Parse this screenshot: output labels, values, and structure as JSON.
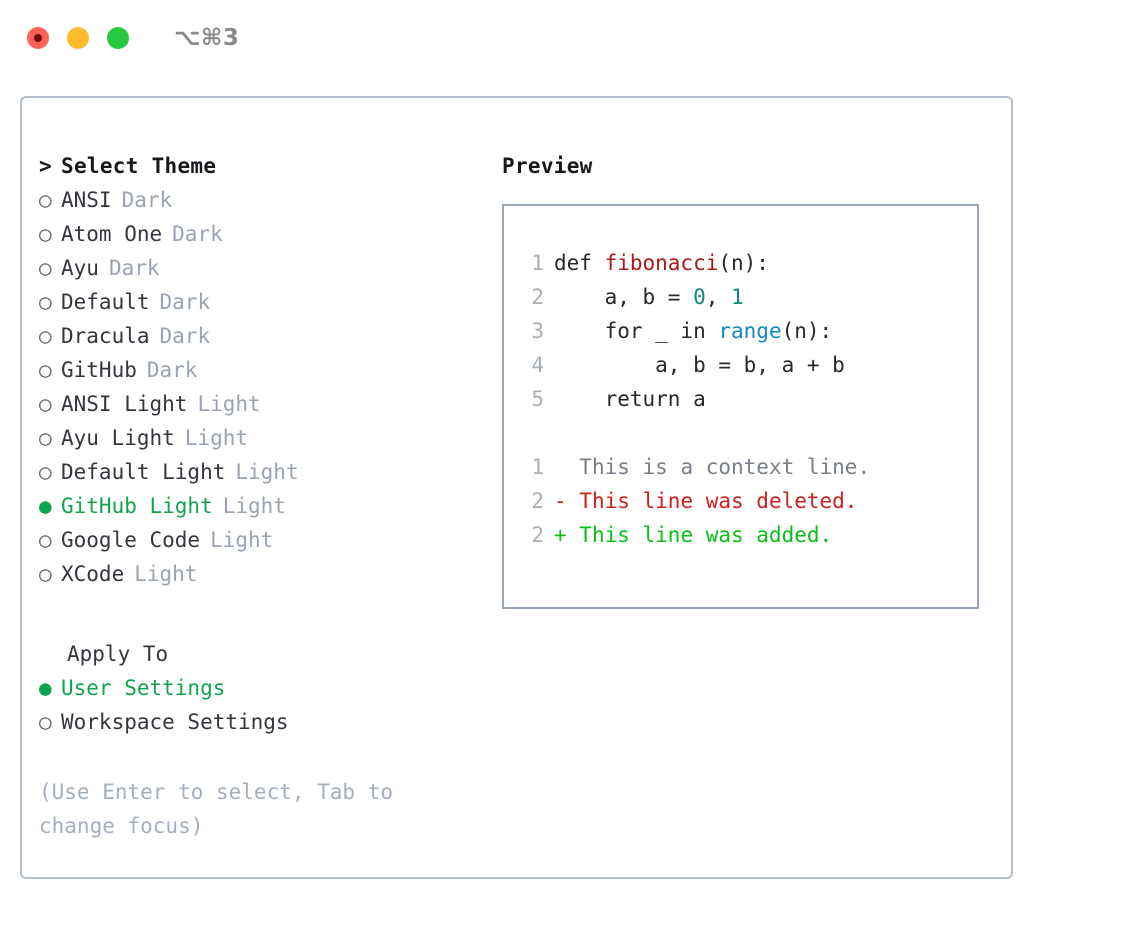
{
  "titlebar": {
    "shortcut": "⌥⌘3",
    "buttons": [
      {
        "name": "close",
        "color": "#ff6058"
      },
      {
        "name": "minimize",
        "color": "#ffbd2e"
      },
      {
        "name": "zoom",
        "color": "#28c840"
      }
    ]
  },
  "theme_picker": {
    "header_prefix": ">",
    "header": "Select Theme",
    "bullet_unselected": "○",
    "bullet_selected": "●",
    "items": [
      {
        "name": "ANSI",
        "category": "Dark",
        "selected": false
      },
      {
        "name": "Atom One",
        "category": "Dark",
        "selected": false
      },
      {
        "name": "Ayu",
        "category": "Dark",
        "selected": false
      },
      {
        "name": "Default",
        "category": "Dark",
        "selected": false
      },
      {
        "name": "Dracula",
        "category": "Dark",
        "selected": false
      },
      {
        "name": "GitHub",
        "category": "Dark",
        "selected": false
      },
      {
        "name": "ANSI Light",
        "category": "Light",
        "selected": false
      },
      {
        "name": "Ayu Light",
        "category": "Light",
        "selected": false
      },
      {
        "name": "Default Light",
        "category": "Light",
        "selected": false
      },
      {
        "name": "GitHub Light",
        "category": "Light",
        "selected": true
      },
      {
        "name": "Google Code",
        "category": "Light",
        "selected": false
      },
      {
        "name": "XCode",
        "category": "Light",
        "selected": false
      }
    ]
  },
  "apply_to": {
    "header": "Apply To",
    "options": [
      {
        "label": "User Settings",
        "selected": true
      },
      {
        "label": "Workspace Settings",
        "selected": false
      }
    ]
  },
  "hint": "(Use Enter to select, Tab to change focus)",
  "preview": {
    "title": "Preview",
    "code_lines": [
      {
        "num": "1",
        "parts": [
          {
            "t": "def ",
            "c": "plain"
          },
          {
            "t": "fibonacci",
            "c": "fn"
          },
          {
            "t": "(n):",
            "c": "plain"
          }
        ]
      },
      {
        "num": "2",
        "parts": [
          {
            "t": "    a, b = ",
            "c": "plain"
          },
          {
            "t": "0",
            "c": "num"
          },
          {
            "t": ", ",
            "c": "plain"
          },
          {
            "t": "1",
            "c": "num"
          }
        ]
      },
      {
        "num": "3",
        "parts": [
          {
            "t": "    for _ in ",
            "c": "plain"
          },
          {
            "t": "range",
            "c": "call"
          },
          {
            "t": "(n):",
            "c": "plain"
          }
        ]
      },
      {
        "num": "4",
        "parts": [
          {
            "t": "        a, b = b, a + b",
            "c": "plain"
          }
        ]
      },
      {
        "num": "5",
        "parts": [
          {
            "t": "    return a",
            "c": "plain"
          }
        ]
      }
    ],
    "diff_lines": [
      {
        "num": "1",
        "marker": " ",
        "text": " This is a context line.",
        "kind": "ctx"
      },
      {
        "num": "2",
        "marker": "-",
        "text": " This line was deleted.",
        "kind": "del"
      },
      {
        "num": "2",
        "marker": "+",
        "text": " This line was added.",
        "kind": "add"
      }
    ]
  },
  "colors": {
    "accent_green": "#10a44c",
    "diff_add": "#0abf17",
    "diff_del": "#cf2020",
    "token_function": "#a81b15",
    "token_number": "#0f8a80",
    "token_call": "#1487c4",
    "muted": "#9aa3b2",
    "border": "#b8c0cc",
    "preview_border": "#9aa5b5"
  }
}
